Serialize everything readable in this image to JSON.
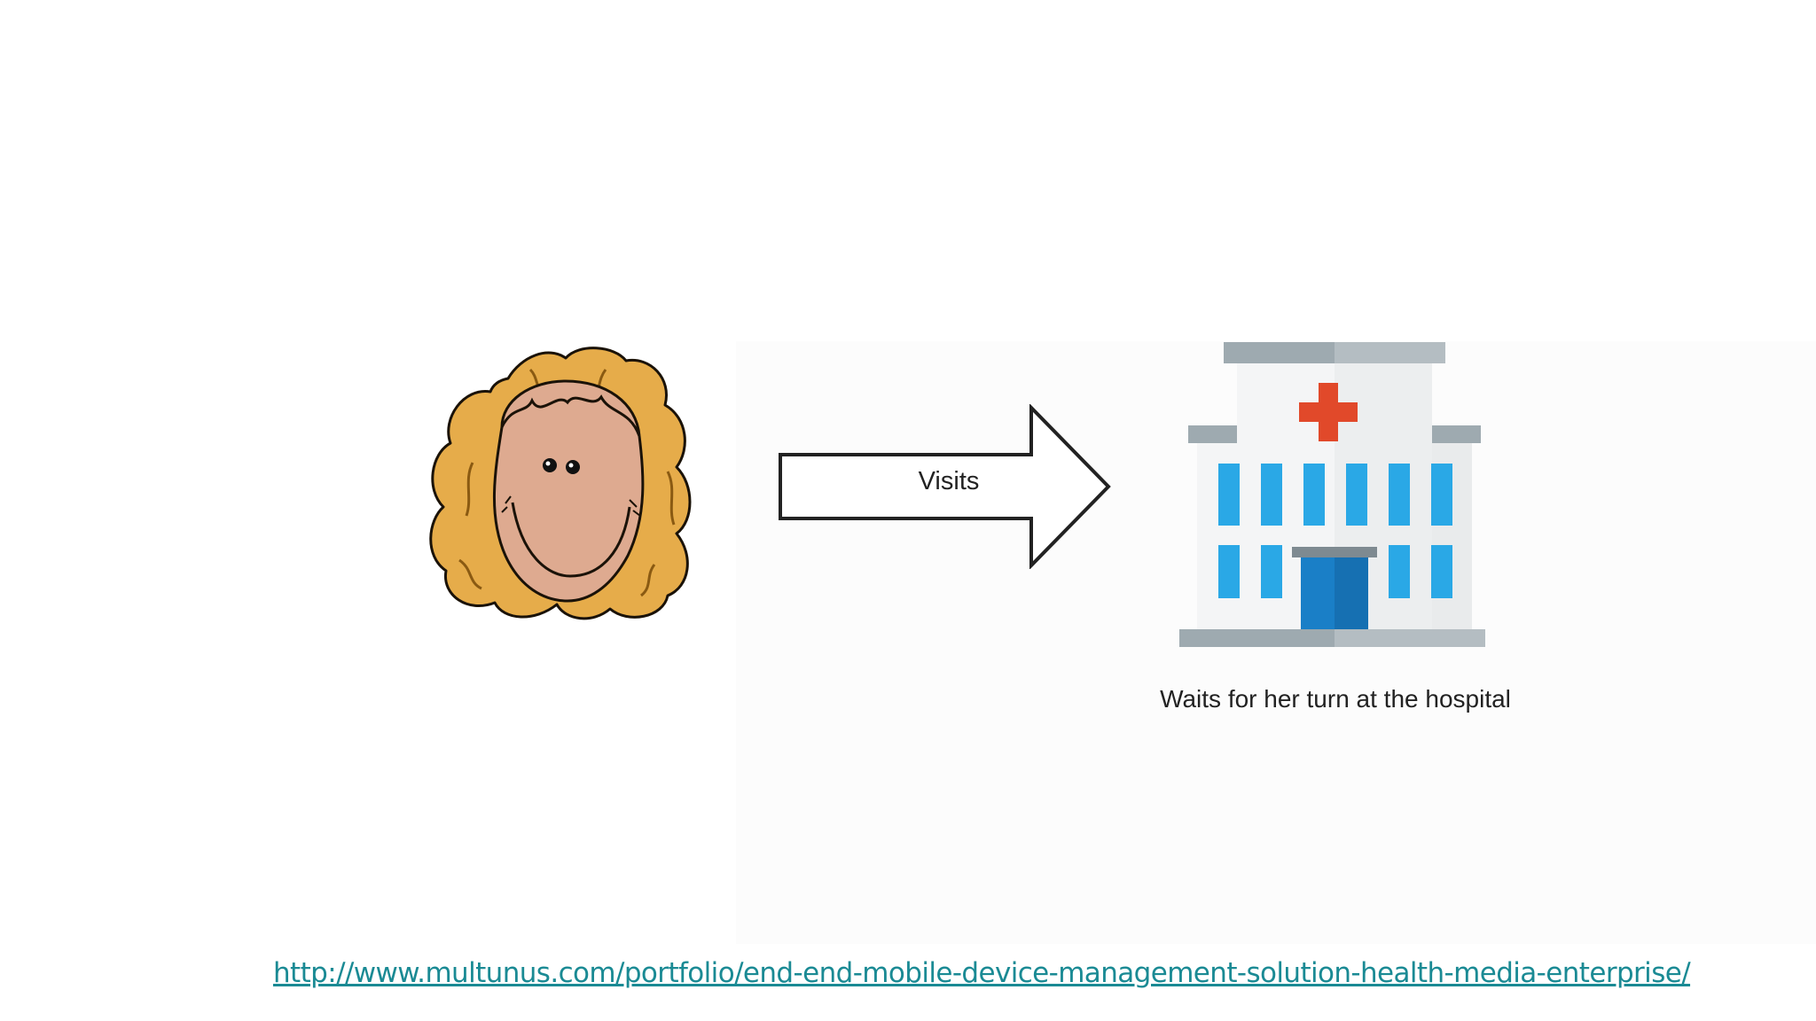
{
  "diagram": {
    "arrow_label": "Visits",
    "hospital_caption": "Waits for her turn at the hospital"
  },
  "footer": {
    "link_text": "http://www.multunus.com/portfolio/end-end-mobile-device-management-solution-health-media-enterprise/"
  },
  "colors": {
    "hair": "#e6ac4a",
    "hair_outline": "#8a5a12",
    "skin": "#deaa90",
    "hospital_wall": "#f4f5f6",
    "hospital_roof": "#9eaab0",
    "hospital_window": "#2aa8e6",
    "hospital_door": "#1a7fc7",
    "hospital_cross": "#e1492a",
    "link": "#1a8a94"
  },
  "icons": [
    "woman-face-icon",
    "arrow-right-icon",
    "hospital-icon",
    "medical-cross-icon"
  ]
}
